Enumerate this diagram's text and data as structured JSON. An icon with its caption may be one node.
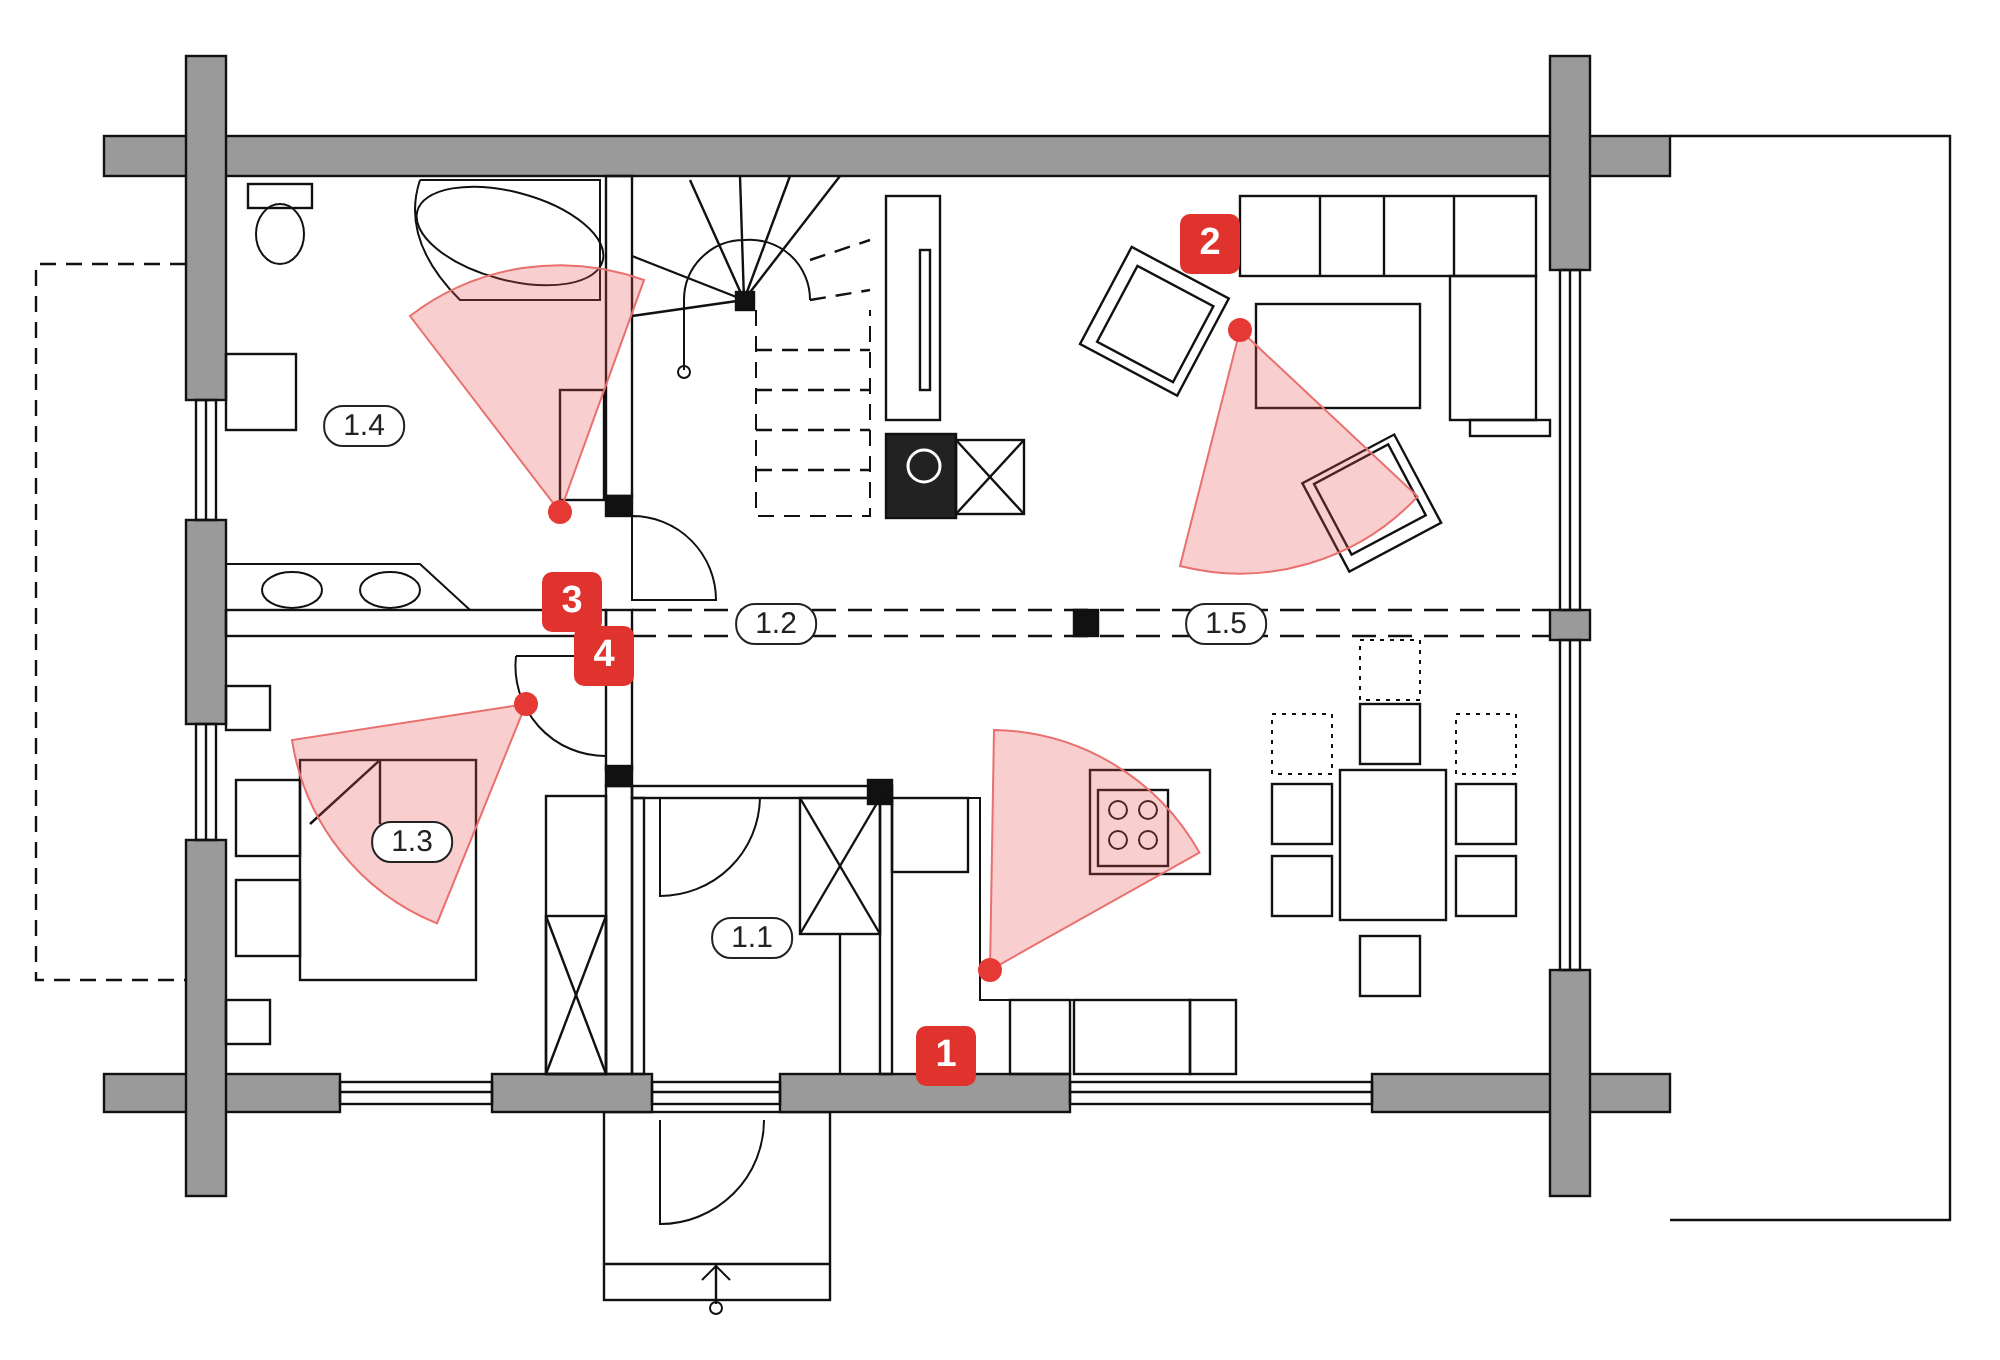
{
  "diagram": {
    "labels": [
      "2",
      "1.4",
      "3",
      "1.2",
      "1.5",
      "4",
      "1.3",
      "1.1",
      "1"
    ]
  }
}
